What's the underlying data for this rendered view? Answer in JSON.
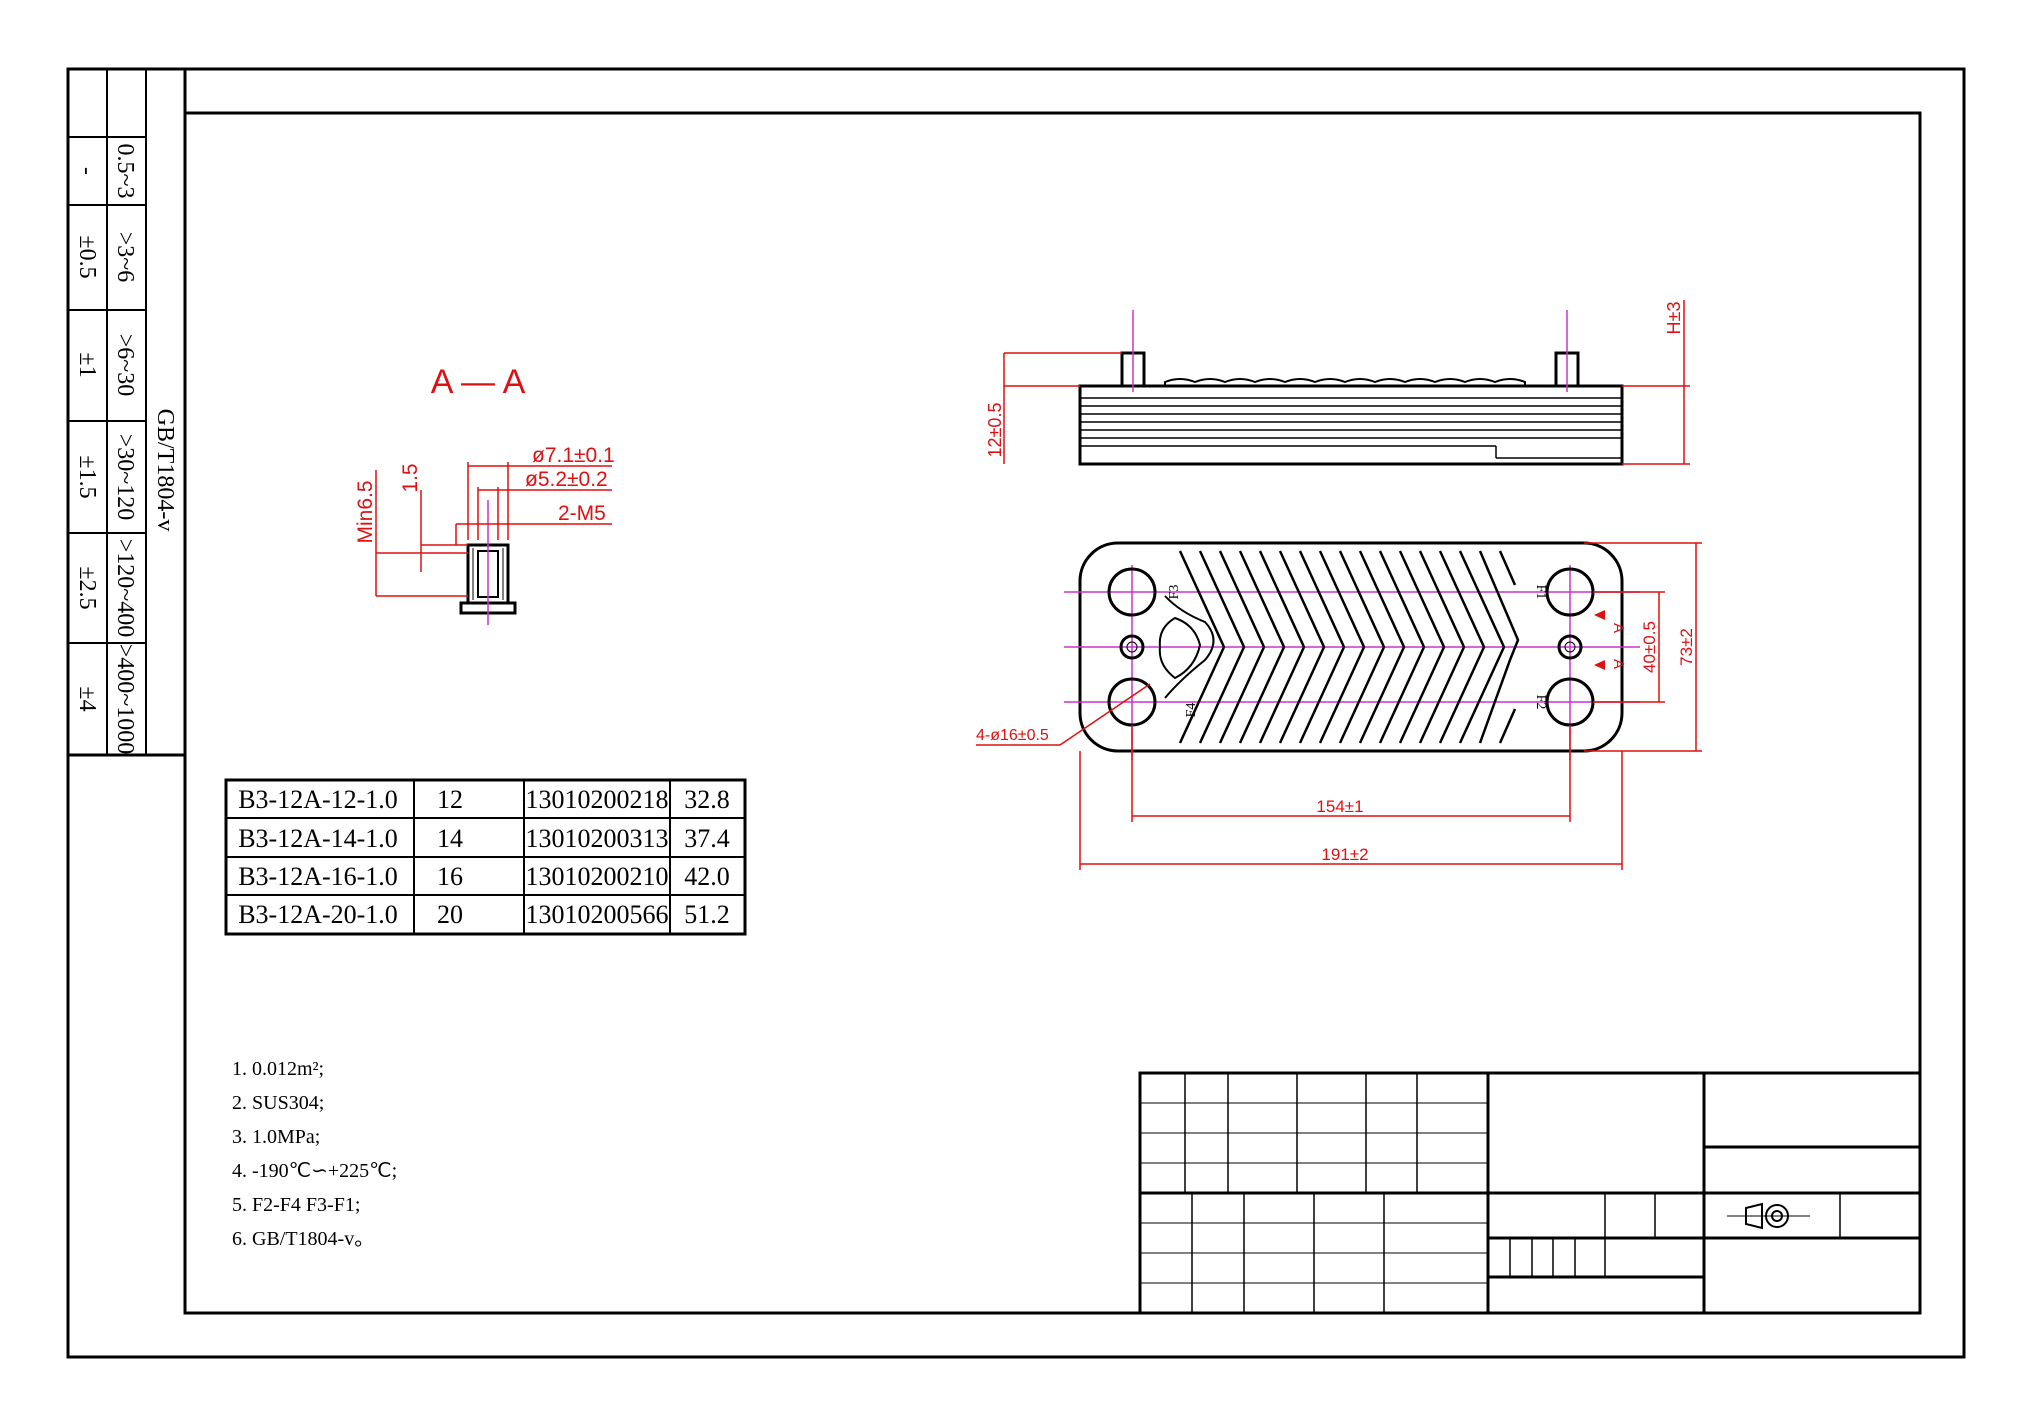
{
  "tolerance_table": {
    "standard": "GB/T1804-v",
    "ranges": [
      "0.5~3",
      ">3~6",
      ">6~30",
      ">30~120",
      ">120~400",
      ">400~1000"
    ],
    "tolerances": [
      "-",
      "±0.5",
      "±1",
      "±1.5",
      "±2.5",
      "±4"
    ]
  },
  "section": {
    "title": "A — A",
    "dims": {
      "outer_dia": "ø7.1±0.1",
      "inner_dia": "ø5.2±0.2",
      "thread": "2-M5",
      "min_depth": "Min6.5",
      "step": "1.5"
    }
  },
  "side_view": {
    "thickness": "12±0.5",
    "height": "H±3"
  },
  "plan_view": {
    "port_labels": [
      "F3",
      "F4",
      "F1",
      "F2"
    ],
    "section_marks": [
      "A",
      "A"
    ],
    "holes": "4-ø16±0.5",
    "port_pitch_v": "40±0.5",
    "width": "73±2",
    "port_pitch_h": "154±1",
    "length": "191±2"
  },
  "parts_table": [
    {
      "model": "B3-12A-12-1.0",
      "plates": "12",
      "code": "13010200218",
      "weight": "32.8"
    },
    {
      "model": "B3-12A-14-1.0",
      "plates": "14",
      "code": "13010200313",
      "weight": "37.4"
    },
    {
      "model": "B3-12A-16-1.0",
      "plates": "16",
      "code": "13010200210",
      "weight": "42.0"
    },
    {
      "model": "B3-12A-20-1.0",
      "plates": "20",
      "code": "13010200566",
      "weight": "51.2"
    }
  ],
  "notes": [
    "1. 0.012m²;",
    "2. SUS304;",
    "3. 1.0MPa;",
    "4. -190℃∽+225℃;",
    "5. F2-F4 F3-F1;",
    "6. GB/T1804-v。"
  ],
  "colors": {
    "line": "#000000",
    "dimension": "#dd1111",
    "centerline": "#cc33cc"
  }
}
